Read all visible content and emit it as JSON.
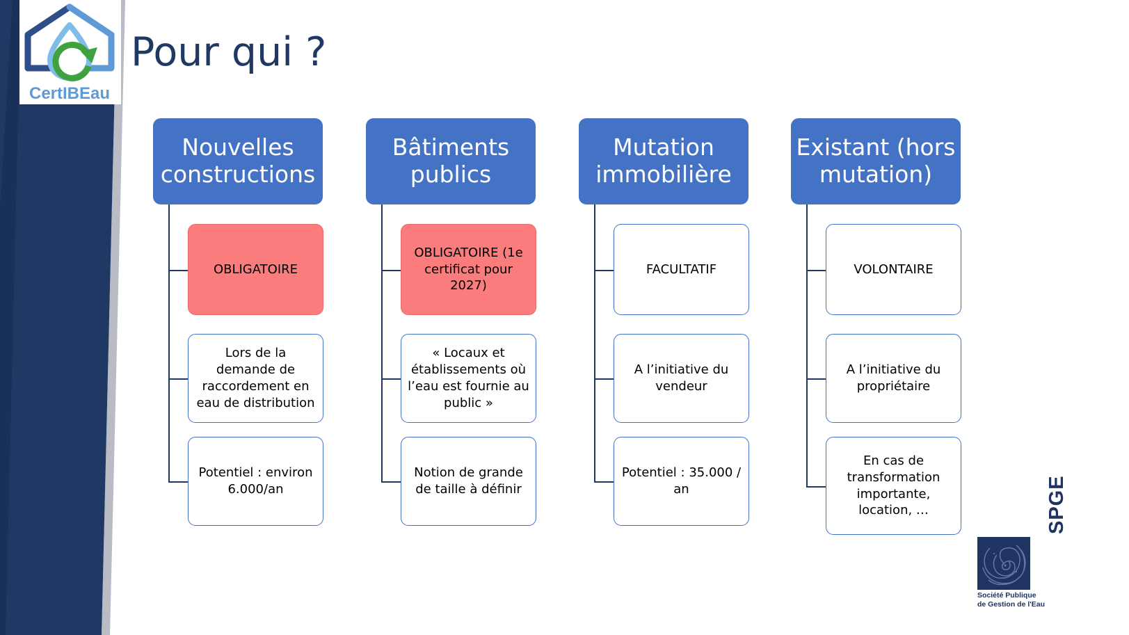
{
  "slide": {
    "title": "Pour qui ?",
    "accent_blue": "#4472C4",
    "accent_red": "#FA7C7C",
    "navy": "#1F3864",
    "title_color": "#203864"
  },
  "logo": {
    "name": "CertIBEau",
    "wordmark": "CertIBEau"
  },
  "spge_logo": {
    "acronym": "SPGE",
    "line1": "Société Publique",
    "line2": "de Gestion de l'Eau"
  },
  "diagram": {
    "type": "tree",
    "columns": [
      {
        "header": "Nouvelles constructions",
        "nodes": [
          {
            "text": "OBLIGATOIRE",
            "style": "alert"
          },
          {
            "text": "Lors de la demande de raccordement en eau de distribution",
            "style": "plain"
          },
          {
            "text": "Potentiel : environ 6.000/an",
            "style": "plain"
          }
        ]
      },
      {
        "header": "Bâtiments publics",
        "nodes": [
          {
            "text": "OBLIGATOIRE (1e certificat pour 2027)",
            "style": "alert"
          },
          {
            "text": "« Locaux et établissements où l’eau est fournie au public »",
            "style": "plain"
          },
          {
            "text": "Notion de grande de taille à définir",
            "style": "plain"
          }
        ]
      },
      {
        "header": "Mutation immobilière",
        "nodes": [
          {
            "text": "FACULTATIF",
            "style": "plain"
          },
          {
            "text": "A l’initiative du vendeur",
            "style": "plain"
          },
          {
            "text": "Potentiel : 35.000 / an",
            "style": "plain"
          }
        ]
      },
      {
        "header": "Existant (hors mutation)",
        "nodes": [
          {
            "text": "VOLONTAIRE",
            "style": "plain"
          },
          {
            "text": "A l’initiative du propriétaire",
            "style": "plain"
          },
          {
            "text": "En cas de transformation importante, location, …",
            "style": "plain"
          }
        ]
      }
    ]
  }
}
